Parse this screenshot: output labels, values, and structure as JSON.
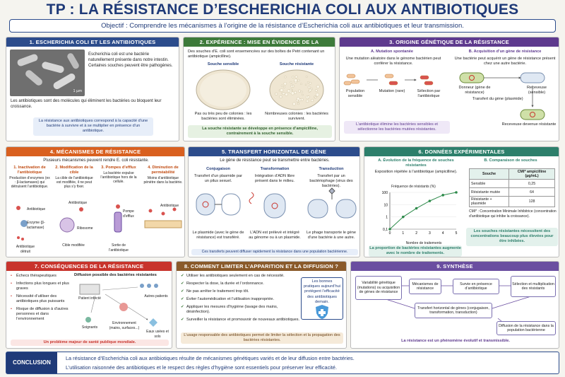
{
  "title": "TP : LA RÉSISTANCE D’ESCHERICHIA COLI AUX ANTIBIOTIQUES",
  "objective": "Objectif : Comprendre les mécanismes à l’origine de la résistance d’Escherichia coli aux antibiotiques et leur transmission.",
  "colors": {
    "blue": "#2c4c8c",
    "green": "#3d7a3a",
    "purple": "#5e3a8e",
    "orange": "#d9601f",
    "teal": "#2d7f6b",
    "red": "#c8342c",
    "brown": "#8a5a2a",
    "violet": "#6a4ea0"
  },
  "p1": {
    "header": "1. ESCHERICHIA COLI ET LES ANTIBIOTIQUES",
    "intro": "Escherichia coli est une bactérie naturellement présente dans notre intestin. Certaines souches peuvent être pathogènes.",
    "scale": "1 µm",
    "body": "Les antibiotiques sont des molécules qui éliminent les bactéries ou bloquent leur croissance.",
    "note": "La résistance aux antibiotiques correspond à la capacité d’une bactérie à survivre et à se multiplier en présence d’un antibiotique."
  },
  "p2": {
    "header": "2. EXPÉRIENCE : MISE EN ÉVIDENCE DE LA RÉSISTANCE",
    "intro": "Des souches d’E. coli sont ensemencées sur des boîtes de Petri contenant un antibiotique (ampicilline).",
    "l1": "Souche sensible",
    "l2": "Souche résistante",
    "c1": "Pas ou très peu de colonies : les bactéries sont éliminées.",
    "c2": "Nombreuses colonies : les bactéries survivent.",
    "note": "La souche résistante se développe en présence d’ampicilline, contrairement à la souche sensible."
  },
  "p3": {
    "header": "3. ORIGINE GÉNÉTIQUE DE LA RÉSISTANCE",
    "a_title": "A. Mutation spontanée",
    "a_text": "Une mutation aléatoire dans le génome bactérien peut conférer la résistance.",
    "a1": "Population sensible",
    "a2": "Mutation (rare)",
    "a3": "Sélection par l’antibiotique",
    "b_title": "B. Acquisition d’un gène de résistance",
    "b_text": "Une bactérie peut acquérir un gène de résistance présent chez une autre bactérie.",
    "b1": "Donneur (gène de résistance)",
    "b2": "Receveuse (sensible)",
    "b3": "Transfert du gène (plasmide)",
    "b4": "Receveuse devenue résistante",
    "note": "L’antibiotique élimine les bactéries sensibles et sélectionne les bactéries mutées résistantes."
  },
  "p4": {
    "header": "4. MÉCANISMES DE RÉSISTANCE",
    "intro": "Plusieurs mécanismes peuvent rendre E. coli résistante.",
    "m": [
      {
        "t": "1. Inactivation de l’antibiotique",
        "d": "Production d’enzymes (ex : β-lactamases) qui détruisent l’antibiotique.",
        "l1": "Antibiotique",
        "l2": "Enzyme (β-lactamase)",
        "l3": "Antibiotique détruit"
      },
      {
        "t": "2. Modification de la cible",
        "d": "La cible de l’antibiotique est modifiée, il ne peut plus s’y fixer.",
        "l1": "Antibiotique",
        "l2": "Ribosome",
        "l3": "Cible modifiée"
      },
      {
        "t": "3. Pompes d’efflux",
        "d": "La bactérie expulse l’antibiotique hors de la cellule.",
        "l1": "Pompe d’efflux",
        "l2": "Sortie de l’antibiotique"
      },
      {
        "t": "4. Diminution de perméabilité",
        "d": "Moins d’antibiotique pénètre dans la bactérie.",
        "l1": "Antibiotique"
      }
    ]
  },
  "p5": {
    "header": "5. TRANSFERT HORIZONTAL DE GÈNE",
    "intro": "Le gène de résistance peut se transmettre entre bactéries.",
    "cols": [
      {
        "t": "Conjugaison",
        "d": "Transfert d’un plasmide par un pilus sexuel.",
        "f": "Le plasmide (avec le gène de résistance) est transféré."
      },
      {
        "t": "Transformation",
        "d": "Intégration d’ADN libre présent dans le milieu.",
        "f": "L’ADN est prélevé et intégré au génome ou à un plasmide."
      },
      {
        "t": "Transduction",
        "d": "Transfert par un bactériophage (virus des bactéries).",
        "f": "Le phage transporte le gène d’une bactérie à une autre."
      }
    ],
    "note": "Ces transferts peuvent diffuser rapidement la résistance dans une population bactérienne."
  },
  "p6": {
    "header": "6. DONNÉES EXPÉRIMENTALES",
    "a_title": "A. Évolution de la fréquence de souches résistantes",
    "a_sub": "Exposition répétée à l’antibiotique (ampicilline).",
    "ylabel": "Fréquence de résistants (%)",
    "xlabel": "Nombre de traitements",
    "b_title": "B. Comparaison de souches",
    "th1": "Souche",
    "th2": "CMI* ampicilline (µg/mL)",
    "rows": [
      [
        "Sensible",
        "0,25"
      ],
      [
        "Résistante mutée",
        "64"
      ],
      [
        "Résistante + plasmide",
        "128"
      ]
    ],
    "cmi": "CMI* : Concentration Minimale Inhibitrice (concentration d’antibiotique qui inhibe la croissance).",
    "note_a": "La proportion de bactéries résistantes augmente avec le nombre de traitements.",
    "note_b": "Les souches résistantes nécessitent des concentrations beaucoup plus élevées pour être inhibées."
  },
  "chart_data": {
    "type": "line",
    "x": [
      0,
      1,
      2,
      3,
      4,
      5
    ],
    "values": [
      0.1,
      1,
      5,
      20,
      60,
      100
    ],
    "xlabel": "Nombre de traitements",
    "ylabel": "Fréquence de résistants (%)",
    "yticks": [
      "100",
      "10",
      "1",
      "0,1"
    ],
    "xticks": [
      "0",
      "1",
      "2",
      "3",
      "4",
      "5"
    ],
    "yscale": "log"
  },
  "p7": {
    "header": "7. CONSÉQUENCES DE LA RÉSISTANCE",
    "items": [
      "Échecs thérapeutiques",
      "Infections plus longues et plus graves",
      "Nécessité d’utiliser des antibiotiques plus puissants",
      "Risque de diffusion à d’autres personnes et dans l’environnement"
    ],
    "diag_title": "Diffusion possible des bactéries résistantes",
    "n1": "Patient infecté",
    "n2": "Autres patients",
    "n3": "Soignants",
    "n4": "Environnement (mains, surfaces...)",
    "n5": "Eaux usées et sols",
    "note": "Un problème majeur de santé publique mondiale."
  },
  "p8": {
    "header": "8. COMMENT LIMITER L’APPARITION ET LA DIFFUSION ?",
    "items": [
      "Utiliser les antibiotiques seulement en cas de nécessité.",
      "Respecter la dose, la durée et l’ordonnance.",
      "Ne pas arrêter le traitement trop tôt.",
      "Éviter l’automédication et l’utilisation inappropriée.",
      "Appliquer les mesures d’hygiène (lavage des mains, désinfection).",
      "Surveiller la résistance et promouvoir de nouveaux antibiotiques."
    ],
    "side": "Les bonnes pratiques aujourd’hui protègent l’efficacité des antibiotiques demain.",
    "note": "L’usage responsable des antibiotiques permet de limiter la sélection et la propagation des bactéries résistantes."
  },
  "p9": {
    "header": "9. SYNTHÈSE",
    "b1": "Variabilité génétique (mutations) ou acquisition de gènes de résistance",
    "b2": "Mécanismes de résistance",
    "b3": "Survie en présence d’antibiotique",
    "b4": "Sélection et multiplication des résistants",
    "b5": "Transfert horizontal de gènes (conjugaison, transformation, transduction)",
    "b6": "Diffusion de la résistance dans la population bactérienne",
    "note": "La résistance est un phénomène évolutif et transmissible."
  },
  "conclusion": {
    "label": "CONCLUSION",
    "l1": "La résistance d’Escherichia coli aux antibiotiques résulte de mécanismes génétiques variés et de leur diffusion entre bactéries.",
    "l2": "L’utilisation raisonnée des antibiotiques et le respect des règles d’hygiène sont essentiels pour préserver leur efficacité."
  }
}
